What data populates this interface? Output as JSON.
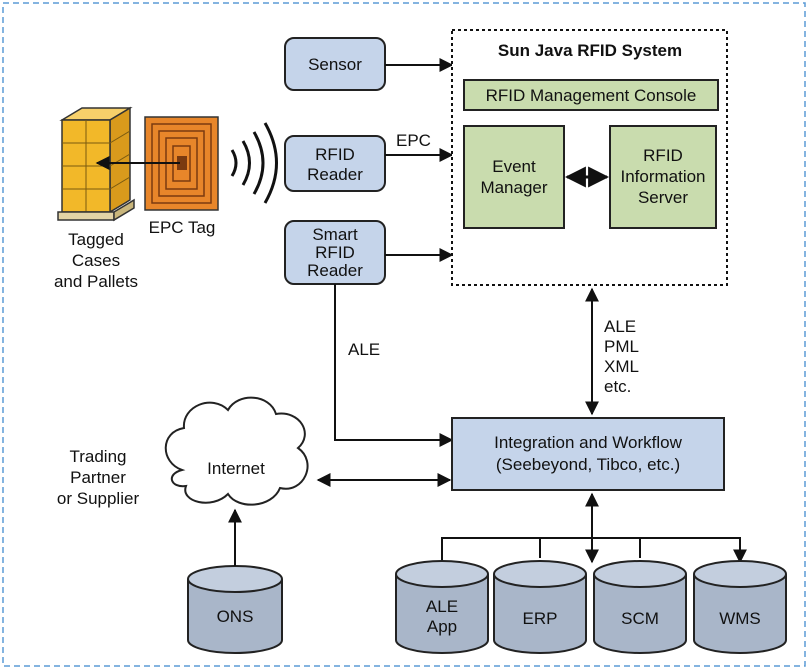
{
  "colors": {
    "outer_border": "#5b9bd5",
    "blue_box": "#c5d4ea",
    "green_box": "#c9dcae",
    "cylinder": "#a9b6c9",
    "tag_orange": "#e8862a",
    "box_yellow": "#f2b829"
  },
  "sensor": "Sensor",
  "rfid_reader": [
    "RFID",
    "Reader"
  ],
  "smart_reader": [
    "Smart",
    "RFID",
    "Reader"
  ],
  "epc_label": "EPC",
  "epc_tag": "EPC Tag",
  "tagged_cases": [
    "Tagged",
    "Cases",
    "and Pallets"
  ],
  "system": {
    "title": "Sun Java RFID System",
    "console": "RFID Management Console",
    "event_manager": [
      "Event",
      "Manager"
    ],
    "info_server": [
      "RFID",
      "Information",
      "Server"
    ]
  },
  "ale_label": "ALE",
  "protocols": [
    "ALE",
    "PML",
    "XML",
    "etc."
  ],
  "integration": [
    "Integration and Workflow",
    "(Seebeyond, Tibco, etc.)"
  ],
  "internet": "Internet",
  "trading_partner": [
    "Trading",
    "Partner",
    "or Supplier"
  ],
  "databases": {
    "ons": "ONS",
    "ale_app": [
      "ALE",
      "App"
    ],
    "erp": "ERP",
    "scm": "SCM",
    "wms": "WMS"
  }
}
